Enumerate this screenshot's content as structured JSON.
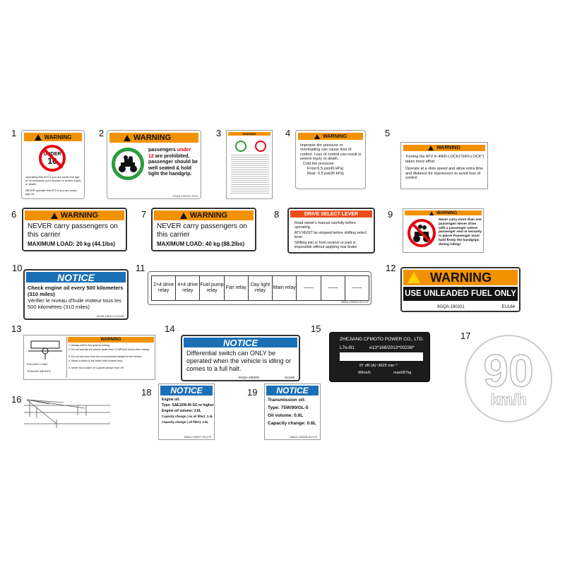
{
  "numbers": [
    "1",
    "2",
    "3",
    "4",
    "5",
    "6",
    "7",
    "8",
    "9",
    "10",
    "11",
    "12",
    "13",
    "14",
    "15",
    "16",
    "17",
    "18",
    "19"
  ],
  "l1": {
    "header": "WARNING",
    "sign": "UNDER",
    "age": "16",
    "t1": "Operating this ATV if you are under the age of 16 increases your chance of severe injury or death.",
    "t2": "NEVER operate this ATV if you are under age 16."
  },
  "l2": {
    "header": "WARNING",
    "l1a": "passengers ",
    "l1b": "under",
    "l2a": "12",
    "l2b": " are prohibited,",
    "l3": "passenger should be well seated & hold tight the handgrip.",
    "foot": "7GQA-190101 T104"
  },
  "l3": {
    "header": "WARNING"
  },
  "l4": {
    "header": "WARNING",
    "text": "Improper tire pressure or overloading can cause loss of control. Loss of control can result in severe injury or death.",
    "c1": "Cold tire pressure:",
    "c2": "Front:6.5 psi(45 kPa)",
    "c3": "Rear: 6.5 psi(45 kPa)"
  },
  "l5": {
    "header": "WARNING",
    "t1": "Turning the ATV in 4WD-LOCK(\"DIFF.LOCK\") takes more effort",
    "t2": "Operate at a slow speed and allow extra time and distance for maneuvers to avoid loss of control"
  },
  "l6": {
    "header": "WARNING",
    "t1": "NEVER carry passengers on this carrier",
    "t2": "MAXIMUM LOAD: 20 kg (44.1lbs)"
  },
  "l7": {
    "header": "WARNING",
    "t1": "NEVER carry passengers on this carrier",
    "t2": "MAXIMUM LOAD: 40 kg (88.2lbs)"
  },
  "l8": {
    "header": "DRIVE SELECT LEVER",
    "b1": "Read owner's manual carefully before operating.",
    "b2": "ATV MUST be stopped before shifting select lever.",
    "b3": "Shifting into or from reverse or park is impossible without applying rear brake"
  },
  "l9": {
    "header": "WARNING",
    "t1": "Never carry more than one passenger! Never drive with a passenger unless passenger seat is securely in place! Passenger must hold firmly the handgrips during riding!"
  },
  "l10": {
    "header": "NOTICE",
    "t1": "Check engine oil every 500 kilometers (310 miles)",
    "t2": "Vérifier le niveau d'huile moteur tous les 500 kilomètres (310 miles)",
    "foot": "9GSB-190413-US13E"
  },
  "l11": {
    "cells": [
      "2×4 drive relay",
      "4×4 drive relay",
      "Fuel pump relay",
      "Fan relay",
      "Day light relay",
      "Main relay",
      "——",
      "——",
      "——"
    ],
    "foot": "9ANA-190001 EU173"
  },
  "l12": {
    "header": "WARNING",
    "t1": "USE UNLEADED FUEL ONLY",
    "foot1": "9GQA-190201",
    "foot2": "EU164"
  },
  "l13": {
    "header": "WARNING",
    "r1": "1. Always shift to low gear for towing.",
    "r2": "2. Do not operate the vehicle faster than 12 MPH(20 km/h) when towing.",
    "r3": "3. Do not tow more than the recommended weight for the vehicle.",
    "r4": "4. Attach a trailer to the trailer hitch bracket only.",
    "r5": "5. Never tow a trailer on a grade steeper than 15°.",
    "pull": "PULLING LOAD",
    "tongue": "TONGUE WEIGHT"
  },
  "l14": {
    "header": "NOTICE",
    "t1": "Differential switch can ONLY be operated when the vehicle is idling or comes to a full halt.",
    "foot1": "9GQA-190202",
    "foot2": "EU165"
  },
  "l15": {
    "t1": "ZHEJIANG CFMOTO POWER CO., LTD.",
    "t2": "L7e-B1",
    "t3": "e13*168/2013*00236*",
    "t4": "87 dB (A)~3625 min⁻¹",
    "t5": "90km/h",
    "t6": "max687kg"
  },
  "l17": {
    "big": "90",
    "unit": "km/h"
  },
  "l18": {
    "header": "NOTICE",
    "r1": "Engine oil:",
    "r2": "Type: SAE15W-40 SG or higher",
    "r3": "Engine oil volume: 2.6L",
    "r4": "Capacity change ( no oil filter): 2.4L",
    "r5": "Capacity change ( oil filter): 2.5L",
    "foot": "9ANA-190007 EU175"
  },
  "l19": {
    "header": "NOTICE",
    "r1": "Transmission oil:",
    "r2": "Type: 75W/90/GL-5",
    "r3": "Oil volume: 0.6L",
    "r4": "Capacity change: 0.6L",
    "foot": "9ANA-190008 EU176"
  },
  "colors": {
    "warning_orange": "#f39200",
    "notice_blue": "#1a6fb5",
    "prohibit_red": "#e30613",
    "safe_green": "#2a9d3a"
  }
}
